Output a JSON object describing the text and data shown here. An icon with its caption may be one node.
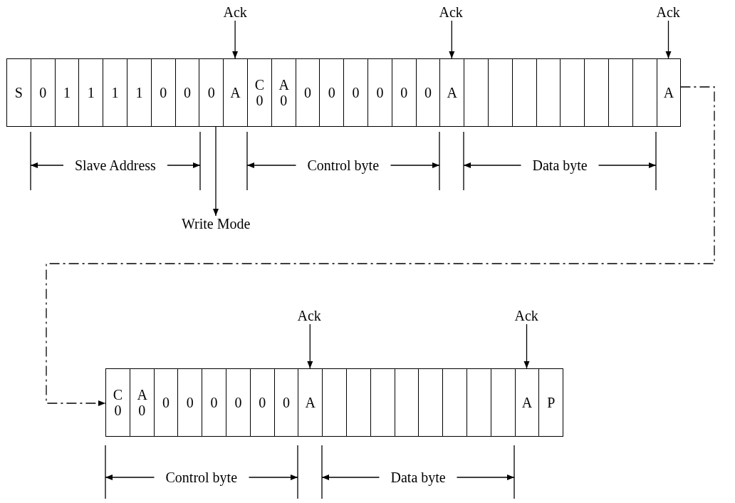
{
  "diagram": {
    "nodes": [
      {
        "text": [
          "Ack"
        ]
      },
      {
        "text": [
          "Ack"
        ]
      },
      {
        "text": [
          "Ack"
        ]
      },
      {
        "text": [
          "S"
        ]
      },
      {
        "text": [
          "0"
        ]
      },
      {
        "text": [
          "1"
        ]
      },
      {
        "text": [
          "1"
        ]
      },
      {
        "text": [
          "1"
        ]
      },
      {
        "text": [
          "1"
        ]
      },
      {
        "text": [
          "0"
        ]
      },
      {
        "text": [
          "0"
        ]
      },
      {
        "text": [
          "0"
        ]
      },
      {
        "text": [
          "A"
        ]
      },
      {
        "text": [
          "C 0"
        ]
      },
      {
        "text": [
          "A 0"
        ]
      },
      {
        "text": [
          "0"
        ]
      },
      {
        "text": [
          "0"
        ]
      },
      {
        "text": [
          "0"
        ]
      },
      {
        "text": [
          "0"
        ]
      },
      {
        "text": [
          "0"
        ]
      },
      {
        "text": [
          "0"
        ]
      },
      {
        "text": [
          "A"
        ]
      },
      {
        "text": [],
        "shape": "box"
      },
      {
        "text": [],
        "shape": "box"
      },
      {
        "text": [],
        "shape": "box"
      },
      {
        "text": [],
        "shape": "box"
      },
      {
        "text": [],
        "shape": "box"
      },
      {
        "text": [],
        "shape": "box"
      },
      {
        "text": [],
        "shape": "box"
      },
      {
        "text": [],
        "shape": "box"
      },
      {
        "text": [
          "A"
        ]
      },
      {
        "text": [
          "Write Mode"
        ]
      },
      {
        "text": [
          "Ack"
        ]
      },
      {
        "text": [
          "Ack"
        ]
      },
      {
        "text": [
          "C 0"
        ]
      },
      {
        "text": [
          "A 0"
        ]
      },
      {
        "text": [
          "0"
        ]
      },
      {
        "text": [
          "0"
        ]
      },
      {
        "text": [
          "0"
        ]
      },
      {
        "text": [
          "0"
        ]
      },
      {
        "text": [
          "0"
        ]
      },
      {
        "text": [
          "0"
        ]
      },
      {
        "text": [
          "A"
        ]
      },
      {
        "text": [],
        "shape": "box"
      },
      {
        "text": [],
        "shape": "box"
      },
      {
        "text": [],
        "shape": "box"
      },
      {
        "text": [],
        "shape": "box"
      },
      {
        "text": [],
        "shape": "box"
      },
      {
        "text": [],
        "shape": "box"
      },
      {
        "text": [],
        "shape": "box"
      },
      {
        "text": [],
        "shape": "box"
      },
      {
        "text": [
          "A"
        ]
      },
      {
        "text": [
          "P"
        ]
      }
    ],
    "edges": [
      {
        "from": 0,
        "to": 12,
        "arrow": "to"
      },
      {
        "from": 1,
        "to": 21,
        "arrow": "to"
      },
      {
        "from": 2,
        "to": 30,
        "arrow": "to"
      },
      {
        "from": 11,
        "to": 31,
        "arrow": "to"
      },
      {
        "from": 30,
        "to": 34,
        "arrow": "to",
        "style": "dashed"
      },
      {
        "from": 32,
        "to": 42,
        "arrow": "to"
      },
      {
        "from": 33,
        "to": 51,
        "arrow": "to"
      }
    ],
    "labels": [
      "Slave Address",
      "Control byte",
      "Data byte",
      "Control byte",
      "Data byte"
    ]
  }
}
